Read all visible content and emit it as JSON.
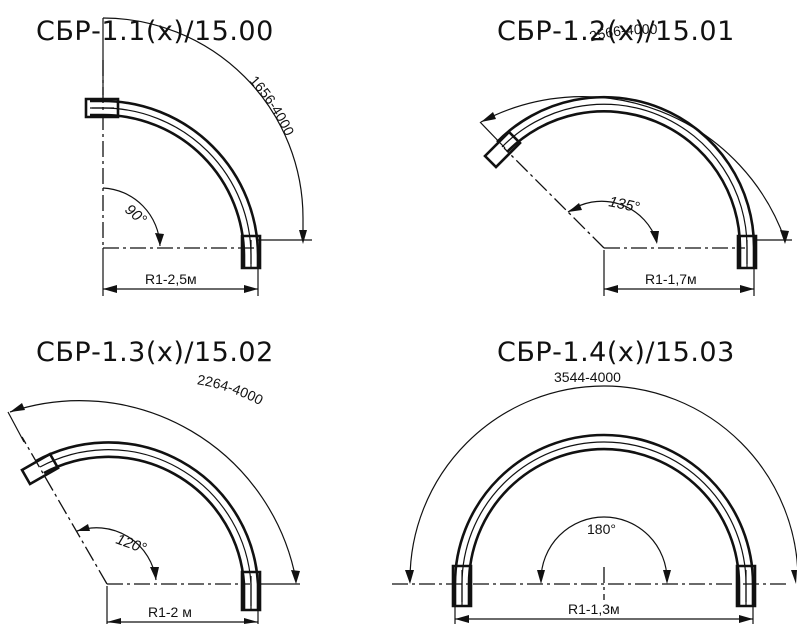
{
  "panels": [
    {
      "title": "СБР-1.1(х)/15.00",
      "arc_length": "1656-4000",
      "angle": "90°",
      "radius": "R1-2,5м"
    },
    {
      "title": "СБР-1.2(х)/15.01",
      "arc_length": "2566-4000",
      "angle": "135°",
      "radius": "R1-1,7м"
    },
    {
      "title": "СБР-1.3(х)/15.02",
      "arc_length": "2264-4000",
      "angle": "120°",
      "radius": "R1-2 м"
    },
    {
      "title": "СБР-1.4(х)/15.03",
      "arc_length": "3544-4000",
      "angle": "180°",
      "radius": "R1-1,3м"
    }
  ]
}
